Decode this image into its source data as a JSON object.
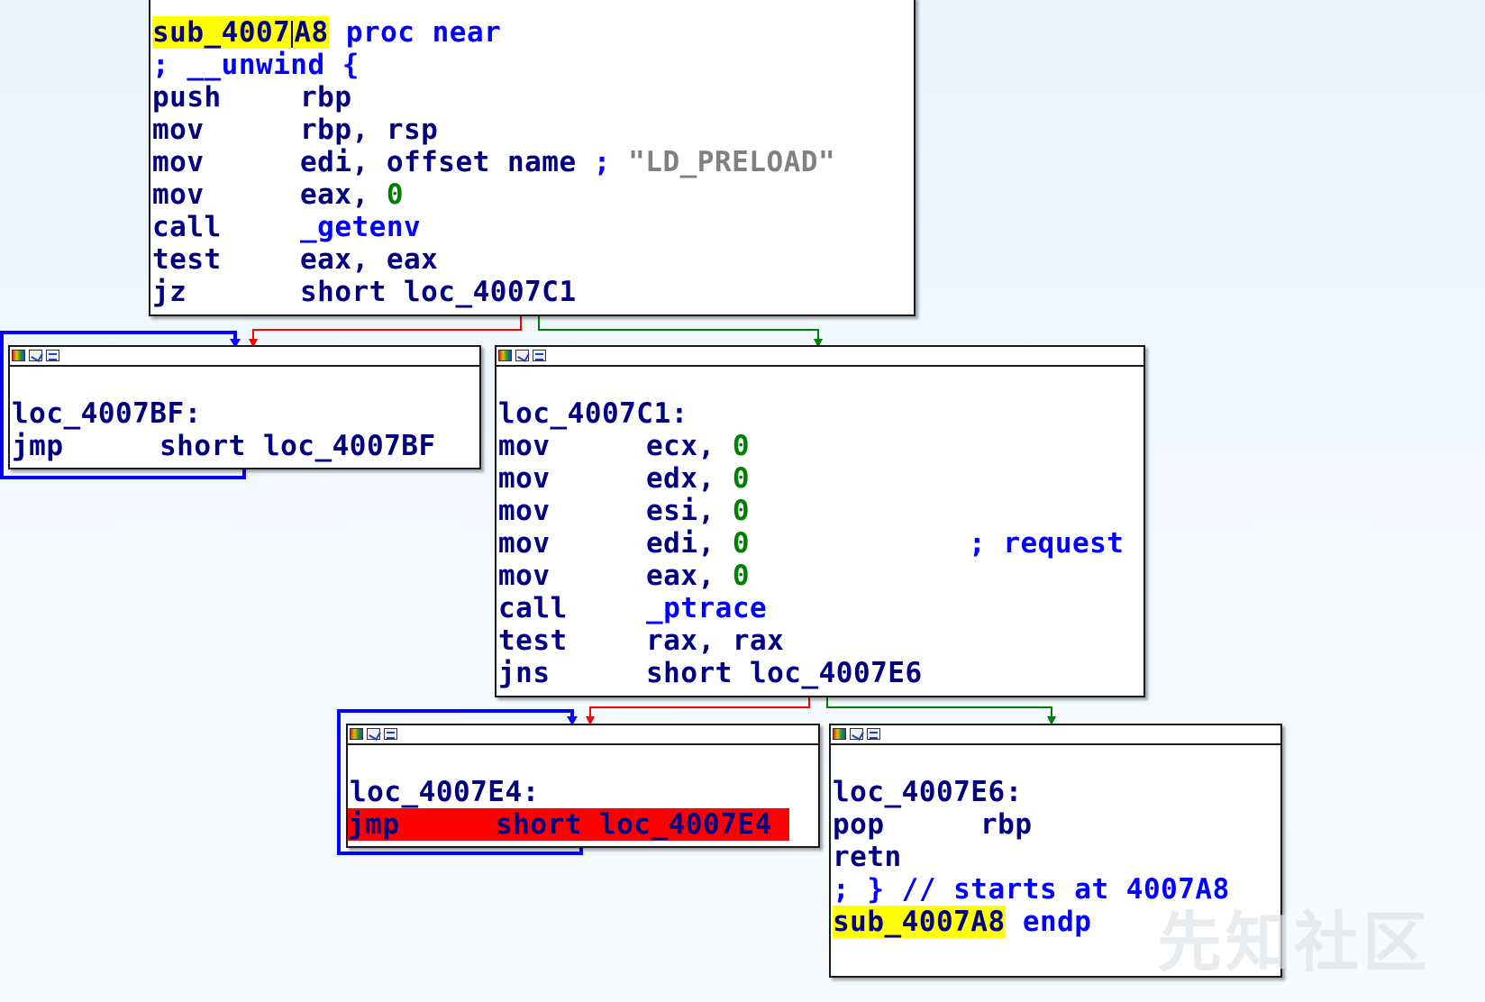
{
  "watermark": "先知社区",
  "blocks": {
    "entry": {
      "func_name": "sub_4007",
      "func_name_tail": "A8",
      "proc": "proc near",
      "unwind": "; __unwind {",
      "lines": [
        {
          "m": "push",
          "o": "rbp"
        },
        {
          "m": "mov",
          "o": "rbp, rsp"
        },
        {
          "m": "mov",
          "o": "edi, offset name",
          "c": ";",
          "s": "\"LD_PRELOAD\""
        },
        {
          "m": "mov",
          "o": "eax, ",
          "n": "0"
        },
        {
          "m": "call",
          "f": "_getenv"
        },
        {
          "m": "test",
          "o": "eax, eax"
        },
        {
          "m": "jz",
          "o": "short loc_4007C1"
        }
      ]
    },
    "loop1": {
      "label": "loc_4007BF:",
      "m": "jmp",
      "o": "short loc_4007BF"
    },
    "ptrace": {
      "label": "loc_4007C1:",
      "lines": [
        {
          "m": "mov",
          "o": "ecx, ",
          "n": "0"
        },
        {
          "m": "mov",
          "o": "edx, ",
          "n": "0"
        },
        {
          "m": "mov",
          "o": "esi, ",
          "n": "0"
        },
        {
          "m": "mov",
          "o": "edi, ",
          "n": "0",
          "c": "; request"
        },
        {
          "m": "mov",
          "o": "eax, ",
          "n": "0"
        },
        {
          "m": "call",
          "f": "_ptrace"
        },
        {
          "m": "test",
          "o": "rax, rax"
        },
        {
          "m": "jns",
          "o": "short loc_4007E6"
        }
      ]
    },
    "loop2": {
      "label": "loc_4007E4:",
      "m": "jmp",
      "o": "short loc_4007E4"
    },
    "exit": {
      "label": "loc_4007E6:",
      "m1": "pop",
      "o1": "rbp",
      "m2": "retn",
      "comment": "; } // starts at 4007A8",
      "endp_name": "sub_4007A8",
      "endp": "endp"
    }
  },
  "colors": {
    "true_edge": "#008000",
    "false_edge": "#ff0000",
    "loop_edge": "#0000ff",
    "mnemonic": "#000080",
    "number": "#008000",
    "highlight": "#ffff00",
    "current_line": "#ff0000"
  }
}
